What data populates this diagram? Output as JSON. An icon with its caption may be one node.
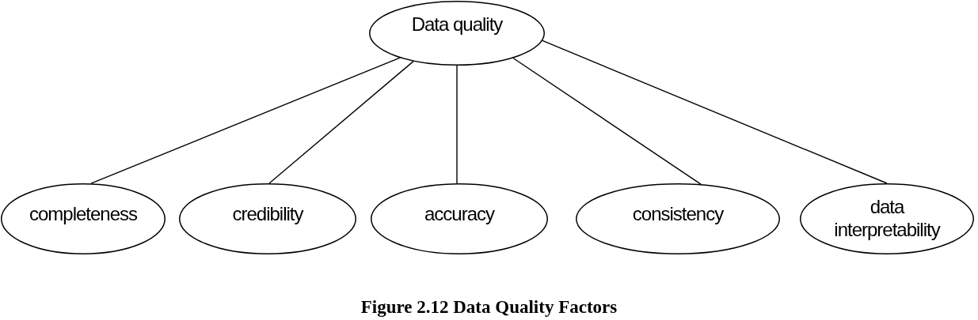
{
  "diagram": {
    "caption": "Figure 2.12 Data Quality Factors",
    "nodes": [
      {
        "text": [
          "Data quality"
        ]
      },
      {
        "text": [
          "completeness"
        ]
      },
      {
        "text": [
          "credibility"
        ]
      },
      {
        "text": [
          "accuracy"
        ]
      },
      {
        "text": [
          "consistency"
        ]
      },
      {
        "text": [
          "data interpretability"
        ]
      }
    ],
    "edges": [
      {
        "from": 0,
        "to": 1,
        "arrow": "none"
      },
      {
        "from": 0,
        "to": 2,
        "arrow": "none"
      },
      {
        "from": 0,
        "to": 3,
        "arrow": "none"
      },
      {
        "from": 0,
        "to": 4,
        "arrow": "none"
      },
      {
        "from": 0,
        "to": 5,
        "arrow": "none"
      }
    ]
  }
}
